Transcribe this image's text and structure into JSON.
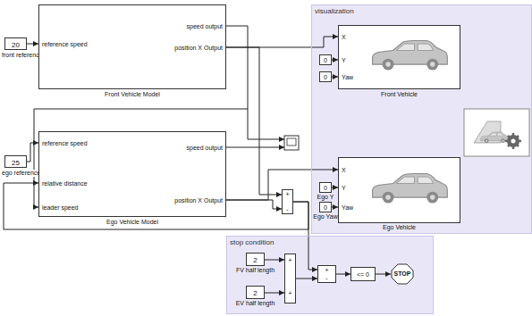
{
  "diagram": {
    "nodes": [
      {
        "text": [
          "20",
          "front reference speed"
        ]
      },
      {
        "text": [
          "reference speed",
          "speed output",
          "position X Output",
          "Front Vehicle Model"
        ]
      },
      {
        "text": [
          "visualization"
        ]
      },
      {
        "text": [
          "X",
          "Y",
          "Yaw",
          "Front Vehicle"
        ],
        "in": 2
      },
      {
        "text": [
          "0"
        ],
        "in": 2
      },
      {
        "text": [
          "0"
        ],
        "in": 2
      },
      {
        "text": [
          "25",
          "ego reference speed"
        ]
      },
      {
        "text": [
          "reference speed",
          "relative distance",
          "leader speed",
          "speed output",
          "position X Output",
          "Ego Vehicle Model"
        ]
      },
      {
        "text": [
          "+",
          "-"
        ]
      },
      {
        "text": [
          "X",
          "Y",
          "Yaw",
          "Ego Vehicle"
        ],
        "in": 2
      },
      {
        "text": [
          "0",
          "Ego Y"
        ],
        "in": 2
      },
      {
        "text": [
          "0",
          "Ego Yaw"
        ],
        "in": 2
      },
      {
        "text": [
          "stop condition"
        ]
      },
      {
        "text": [
          "2",
          "FV half length"
        ],
        "in": 12
      },
      {
        "text": [
          "2",
          "EV half length"
        ],
        "in": 12
      },
      {
        "text": [
          "+",
          "+"
        ],
        "in": 12
      },
      {
        "text": [
          "+",
          "-"
        ],
        "in": 12
      },
      {
        "text": [
          "<= 0"
        ],
        "in": 12
      },
      {
        "text": [
          "STOP"
        ],
        "in": 12
      }
    ],
    "edges": [
      {
        "from": 0,
        "to": 1,
        "arrow": "to"
      },
      {
        "from": 1,
        "to": 3,
        "arrow": "to"
      },
      {
        "from": 1,
        "to": 8,
        "arrow": "to"
      },
      {
        "from": 1,
        "to": 7,
        "arrow": "to"
      },
      {
        "from": 6,
        "to": 7,
        "arrow": "to"
      },
      {
        "from": 7,
        "to": 8,
        "arrow": "to"
      },
      {
        "from": 7,
        "to": 9,
        "arrow": "to"
      },
      {
        "from": 8,
        "to": 7,
        "arrow": "to"
      },
      {
        "from": 8,
        "to": 16,
        "arrow": "to"
      },
      {
        "from": 4,
        "to": 3,
        "arrow": "to"
      },
      {
        "from": 5,
        "to": 3,
        "arrow": "to"
      },
      {
        "from": 10,
        "to": 9,
        "arrow": "to"
      },
      {
        "from": 11,
        "to": 9,
        "arrow": "to"
      },
      {
        "from": 13,
        "to": 15,
        "arrow": "to"
      },
      {
        "from": 14,
        "to": 15,
        "arrow": "to"
      },
      {
        "from": 15,
        "to": 16,
        "arrow": "to"
      },
      {
        "from": 16,
        "to": 17,
        "arrow": "to"
      },
      {
        "from": 17,
        "to": 18,
        "arrow": "to"
      }
    ]
  }
}
